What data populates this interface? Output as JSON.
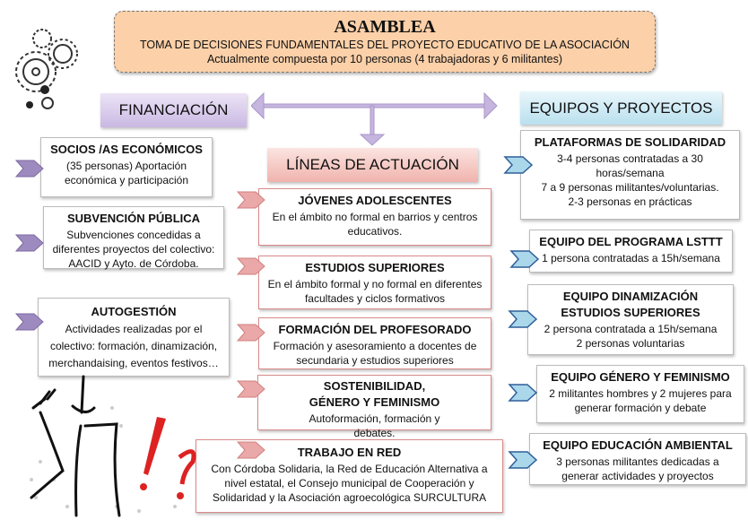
{
  "asamblea": {
    "title": "ASAMBLEA",
    "line1": "TOMA DE DECISIONES FUNDAMENTALES DEL PROYECTO EDUCATIVO DE LA ASOCIACIÓN",
    "line2": "Actualmente compuesta por 10 personas (4 trabajadoras y 6 militantes)"
  },
  "headers": {
    "financiacion": "FINANCIACIÓN",
    "lineas": "LÍNEAS DE ACTUACIÓN",
    "equipos": "EQUIPOS Y PROYECTOS"
  },
  "financiacion": [
    {
      "title": "SOCIOS /AS ECONÓMICOS",
      "text": "(35 personas) Aportación económica y participación"
    },
    {
      "title": "SUBVENCIÓN PÚBLICA",
      "text": "Subvenciones concedidas a diferentes proyectos del colectivo: AACID y Ayto. de Córdoba."
    },
    {
      "title": "AUTOGESTIÓN",
      "text": "Actividades realizadas por el colectivo: formación, dinamización, merchandaising, eventos festivos…"
    }
  ],
  "lineas": [
    {
      "title": "JÓVENES ADOLESCENTES",
      "text": "En el ámbito no formal en barrios y centros educativos."
    },
    {
      "title": "ESTUDIOS SUPERIORES",
      "text": "En el ámbito formal y no formal en diferentes facultades y ciclos formativos"
    },
    {
      "title": "FORMACIÓN DEL PROFESORADO",
      "text": "Formación y asesoramiento a docentes de secundaria y estudios superiores"
    },
    {
      "title": "SOSTENIBILIDAD, GÉNERO Y FEMINISMO",
      "text": "Autoformación, formación y debates."
    },
    {
      "title": "TRABAJO EN RED",
      "text": "Con Córdoba Solidaria, la Red de Educación Alternativa a nivel estatal, el Consejo municipal de Cooperación y Solidaridad y la Asociación agroecológica SURCULTURA"
    }
  ],
  "equipos": [
    {
      "title": "PLATAFORMAS DE SOLIDARIDAD",
      "text": "3-4 personas contratadas a 30 horas/semana",
      "text2": "7 a 9 personas militantes/voluntarias.",
      "text3": "2-3 personas en prácticas"
    },
    {
      "title": "EQUIPO DEL PROGRAMA LSTTT",
      "text": "1 persona contratadas a 15h/semana"
    },
    {
      "title": "EQUIPO DINAMIZACIÓN ESTUDIOS SUPERIORES",
      "text": "2 persona contratada a 15h/semana",
      "text2": "2 personas voluntarias"
    },
    {
      "title": "EQUIPO GÉNERO Y FEMINISMO",
      "text": "2 militantes hombres y 2 mujeres para generar formación y debate"
    },
    {
      "title": "EQUIPO EDUCACIÓN AMBIENTAL",
      "text": "3 personas militantes dedicadas a generar actividades y proyectos"
    }
  ],
  "colors": {
    "asamblea": "#fcd0a8",
    "financiacion": "#d9cdeb",
    "lineas": "#f6c9c4",
    "equipos": "#cde9f3",
    "arrow_left": "#9d8bbf",
    "arrow_mid": "#e8a0a0",
    "arrow_right": "#2f5f9a"
  }
}
